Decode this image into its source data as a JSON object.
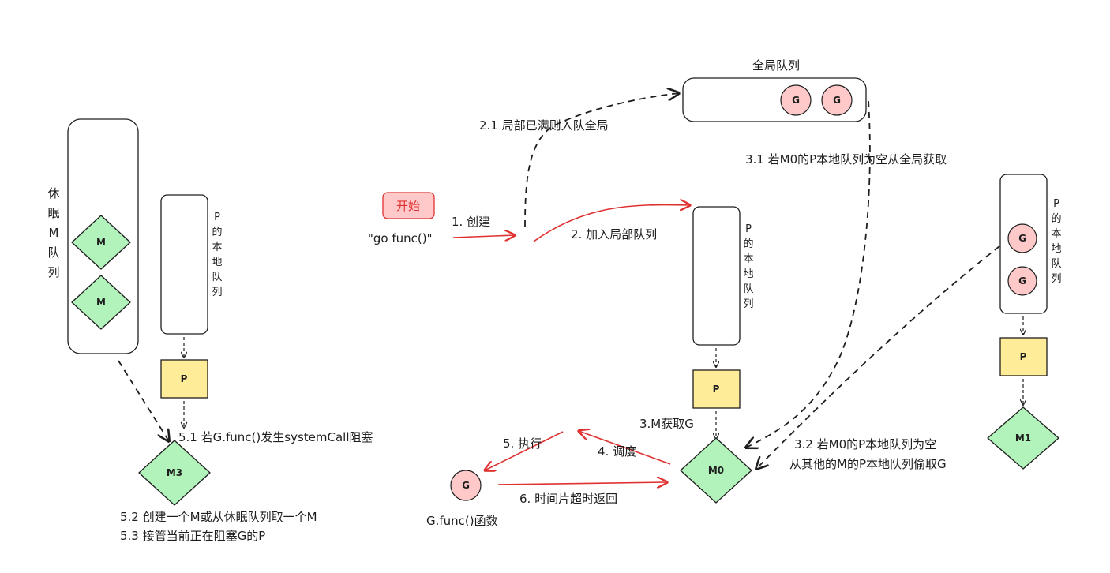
{
  "start_badge": "开始",
  "start_code": "\"go func()\"",
  "global_queue": {
    "title": "全局队列",
    "g1": "G",
    "g2": "G"
  },
  "sleep_queue": {
    "chars": [
      "休",
      "眠",
      "M",
      "队",
      "列"
    ],
    "m1": "M",
    "m2": "M"
  },
  "local_queue_chars": [
    "P",
    "的",
    "本",
    "地",
    "队",
    "列"
  ],
  "nodes": {
    "p_left": "P",
    "p_mid": "P",
    "p_right": "P",
    "m3": "M3",
    "m0": "M0",
    "m1": "M1",
    "g_exec": "G",
    "rq_g1": "G",
    "rq_g2": "G"
  },
  "labels": {
    "create": "1. 创建",
    "add_local": "2. 加入局部队列",
    "full_to_global": "2.1 局部已满则入队全局",
    "fetch_global": "3.1 若M0的P本地队列为空从全局获取",
    "get_g": "3.M获取G",
    "steal_line1": "3.2 若M0的P本地队列为空",
    "steal_line2": "从其他的M的P本地队列偷取G",
    "schedule": "4. 调度",
    "execute": "5. 执行",
    "timeout": "6. 时间片超时返回",
    "gfunc": "G.func()函数",
    "syscall": "5.1 若G.func()发生systemCall阻塞",
    "create_m": "5.2 创建一个M或从休眠队列取一个M",
    "takeover": "5.3 接管当前正在阻塞G的P"
  },
  "colors": {
    "red_arrow": "#e03131",
    "black_arrow": "#1e1e1e",
    "g_fill": "#ffc9c9",
    "p_fill": "#ffec99",
    "m_fill": "#b2f2bb",
    "badge_fill": "#ffc9c9"
  }
}
